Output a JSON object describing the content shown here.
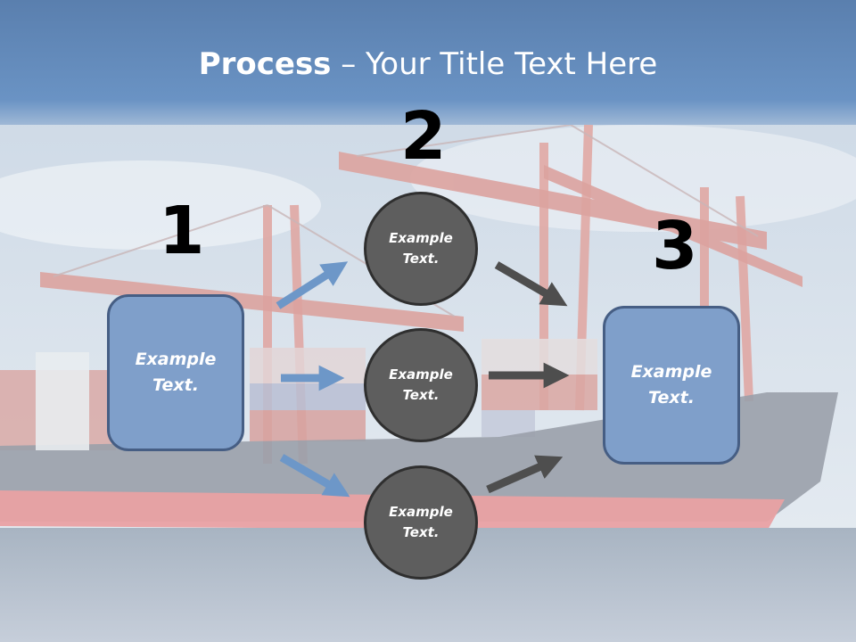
{
  "title": {
    "bold": "Process",
    "rest": " – Your Title Text Here"
  },
  "colors": {
    "header": "#5f86b8",
    "box_fill": "#7f9fca",
    "box_border": "#465e84",
    "circle_fill": "#5e5e5e",
    "circle_border": "#2f2f2f",
    "arrow_blue": "#6d97c8",
    "arrow_gray": "#4e4e4e"
  },
  "steps": {
    "one": {
      "number": "1",
      "text": "Example Text."
    },
    "two": {
      "number": "2"
    },
    "three": {
      "number": "3",
      "text": "Example Text."
    }
  },
  "circles": [
    {
      "text": "Example Text."
    },
    {
      "text": "Example Text."
    },
    {
      "text": "Example Text."
    }
  ]
}
